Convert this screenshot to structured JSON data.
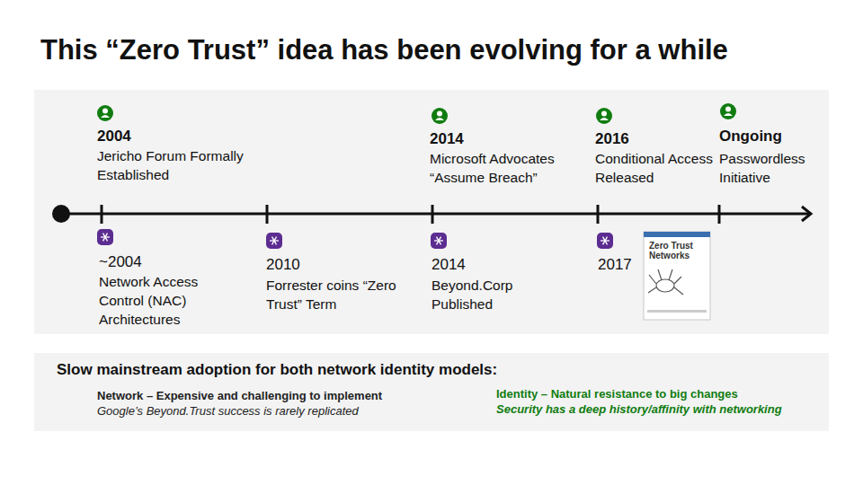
{
  "diagram": {
    "title": "This “Zero Trust” idea has been evolving for a while",
    "nodes": [
      {
        "text": [
          "Slow mainstream adoption for both network identity models:",
          "Network – Expensive and challenging to implement",
          "Google’s Beyond.Trust success is rarely replicated",
          "Identity – Natural resistance to big changes",
          "Security has a deep history/affinity with networking"
        ]
      }
    ],
    "edges": [],
    "labels": [
      "2004",
      "Jericho Forum Formally Established",
      "2014",
      "Microsoft Advocates “Assume Breach”",
      "2016",
      "Conditional Access Released",
      "Ongoing",
      "Passwordless Initiative",
      "~2004",
      "Network Access Control (NAC) Architectures",
      "2010",
      "Forrester coins “Zero Trust” Term",
      "2014",
      "Beyond.Corp Published",
      "2017",
      "Zero Trust Networks"
    ]
  }
}
